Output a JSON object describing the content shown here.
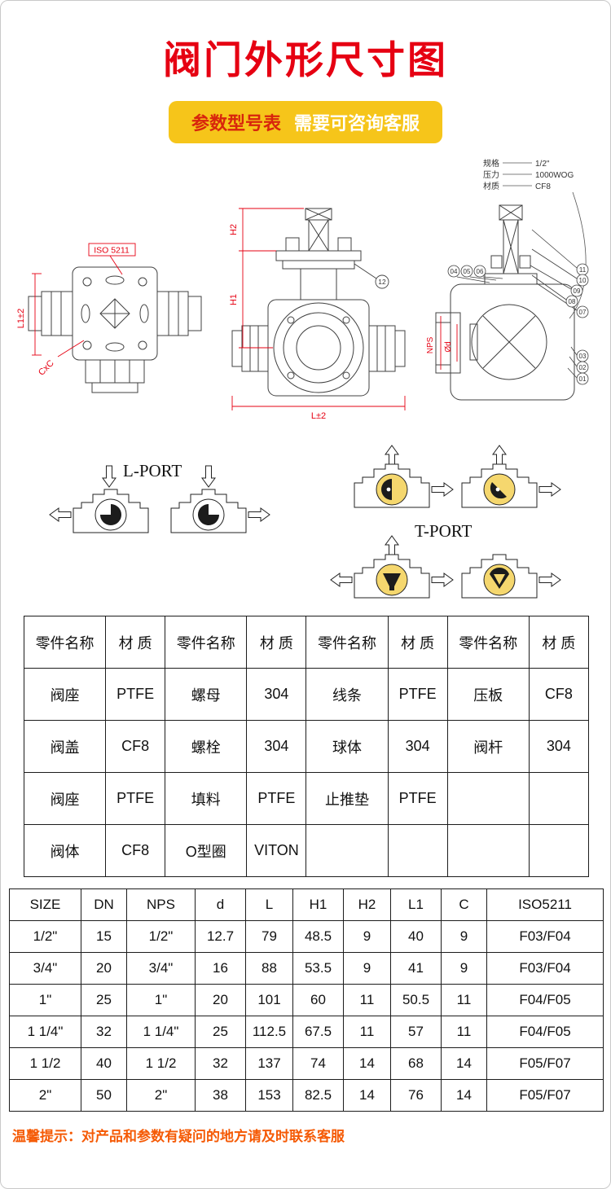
{
  "page": {
    "title": "阀门外形尺寸图",
    "banner_left": "参数型号表",
    "banner_right": "需要可咨询客服",
    "footer": "温馨提示：对产品和参数有疑问的地方请及时联系客服"
  },
  "drawing": {
    "spec": {
      "rows": [
        {
          "label": "规格",
          "value": "1/2\""
        },
        {
          "label": "压力",
          "value": "1000WOG"
        },
        {
          "label": "材质",
          "value": "CF8"
        }
      ]
    },
    "dims": {
      "iso5211": "ISO 5211",
      "l1": "L1±2",
      "cxc": "CxC",
      "h1": "H1",
      "h2": "H2",
      "l": "L±2",
      "nps": "NPS",
      "d": "Ød"
    },
    "balloons": {
      "01": "01",
      "02": "02",
      "03": "03",
      "04": "04",
      "05": "05",
      "06": "06",
      "07": "07",
      "08": "08",
      "09": "09",
      "10": "10",
      "11": "11",
      "12": "12"
    }
  },
  "ports": {
    "l_port": "L-PORT",
    "t_port": "T-PORT"
  },
  "parts_table": {
    "headers": [
      "零件名称",
      "材 质",
      "零件名称",
      "材 质",
      "零件名称",
      "材 质",
      "零件名称",
      "材 质"
    ],
    "rows": [
      [
        "阀座",
        "PTFE",
        "螺母",
        "304",
        "线条",
        "PTFE",
        "压板",
        "CF8"
      ],
      [
        "阀盖",
        "CF8",
        "螺栓",
        "304",
        "球体",
        "304",
        "阀杆",
        "304"
      ],
      [
        "阀座",
        "PTFE",
        "填料",
        "PTFE",
        "止推垫",
        "PTFE",
        "",
        ""
      ],
      [
        "阀体",
        "CF8",
        "O型圈",
        "VITON",
        "",
        "",
        "",
        ""
      ]
    ]
  },
  "size_table": {
    "headers": [
      "SIZE",
      "DN",
      "NPS",
      "d",
      "L",
      "H1",
      "H2",
      "L1",
      "C",
      "ISO5211"
    ],
    "rows": [
      [
        "1/2\"",
        "15",
        "1/2\"",
        "12.7",
        "79",
        "48.5",
        "9",
        "40",
        "9",
        "F03/F04"
      ],
      [
        "3/4\"",
        "20",
        "3/4\"",
        "16",
        "88",
        "53.5",
        "9",
        "41",
        "9",
        "F03/F04"
      ],
      [
        "1\"",
        "25",
        "1\"",
        "20",
        "101",
        "60",
        "11",
        "50.5",
        "11",
        "F04/F05"
      ],
      [
        "1 1/4\"",
        "32",
        "1 1/4\"",
        "25",
        "112.5",
        "67.5",
        "11",
        "57",
        "11",
        "F04/F05"
      ],
      [
        "1 1/2",
        "40",
        "1 1/2",
        "32",
        "137",
        "74",
        "14",
        "68",
        "14",
        "F05/F07"
      ],
      [
        "2\"",
        "50",
        "2\"",
        "38",
        "153",
        "82.5",
        "14",
        "76",
        "14",
        "F05/F07"
      ]
    ]
  }
}
